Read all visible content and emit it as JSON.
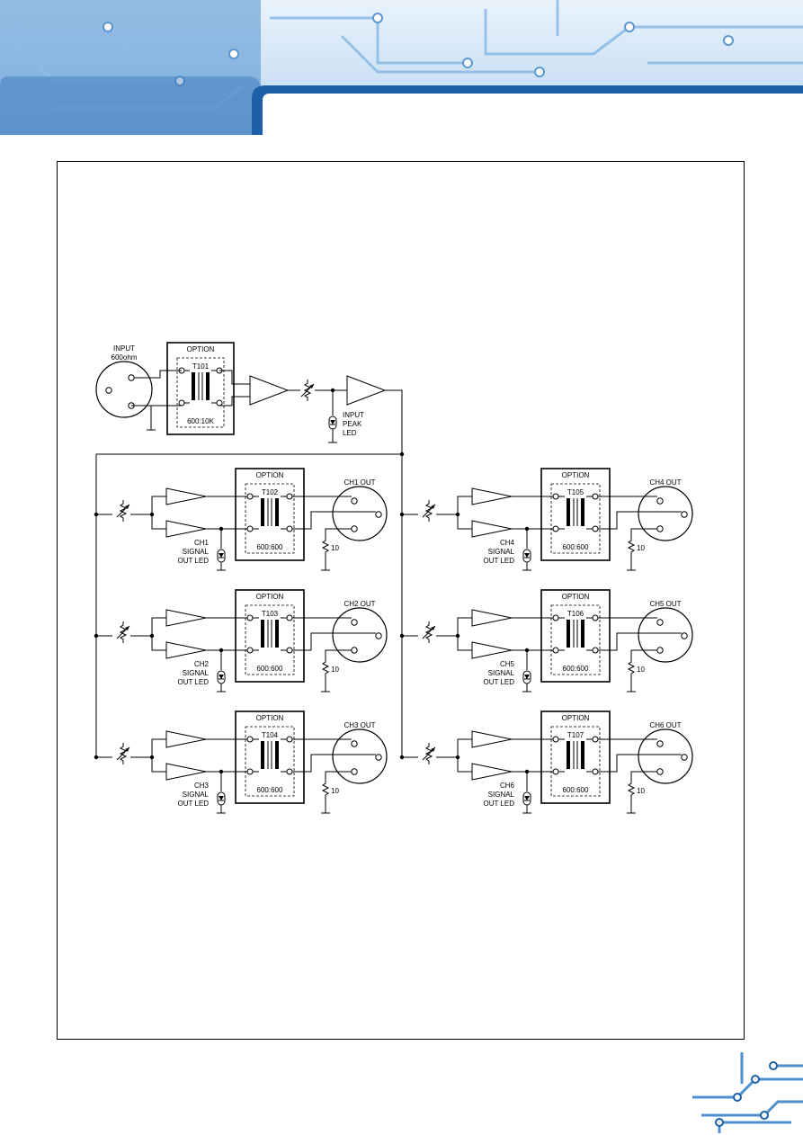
{
  "colors": {
    "banner_dark": "#1d5fa8",
    "banner_mid": "#4e8fcf",
    "banner_light": "#cfe3f6",
    "trace": "#8fbce6",
    "ink": "#000000"
  },
  "input": {
    "label_line1": "INPUT",
    "label_line2": "600ohm",
    "option_label": "OPTION",
    "transformer": "T101",
    "ratio": "600:10K",
    "led_line1": "INPUT",
    "led_line2": "PEAK",
    "led_line3": "LED"
  },
  "channels": [
    {
      "out": "CH1  OUT",
      "transformer": "T102",
      "ratio": "600:600",
      "led1": "CH1",
      "led2": "SIGNAL",
      "led3": "OUT  LED",
      "option": "OPTION",
      "res": "10"
    },
    {
      "out": "CH2  OUT",
      "transformer": "T103",
      "ratio": "600:600",
      "led1": "CH2",
      "led2": "SIGNAL",
      "led3": "OUT  LED",
      "option": "OPTION",
      "res": "10"
    },
    {
      "out": "CH3  OUT",
      "transformer": "T104",
      "ratio": "600:600",
      "led1": "CH3",
      "led2": "SIGNAL",
      "led3": "OUT  LED",
      "option": "OPTION",
      "res": "10"
    },
    {
      "out": "CH4  OUT",
      "transformer": "T105",
      "ratio": "600:600",
      "led1": "CH4",
      "led2": "SIGNAL",
      "led3": "OUT  LED",
      "option": "OPTION",
      "res": "10"
    },
    {
      "out": "CH5  OUT",
      "transformer": "T106",
      "ratio": "600:600",
      "led1": "CH5",
      "led2": "SIGNAL",
      "led3": "OUT  LED",
      "option": "OPTION",
      "res": "10"
    },
    {
      "out": "CH6  OUT",
      "transformer": "T107",
      "ratio": "600:600",
      "led1": "CH6",
      "led2": "SIGNAL",
      "led3": "OUT  LED",
      "option": "OPTION",
      "res": "10"
    }
  ]
}
